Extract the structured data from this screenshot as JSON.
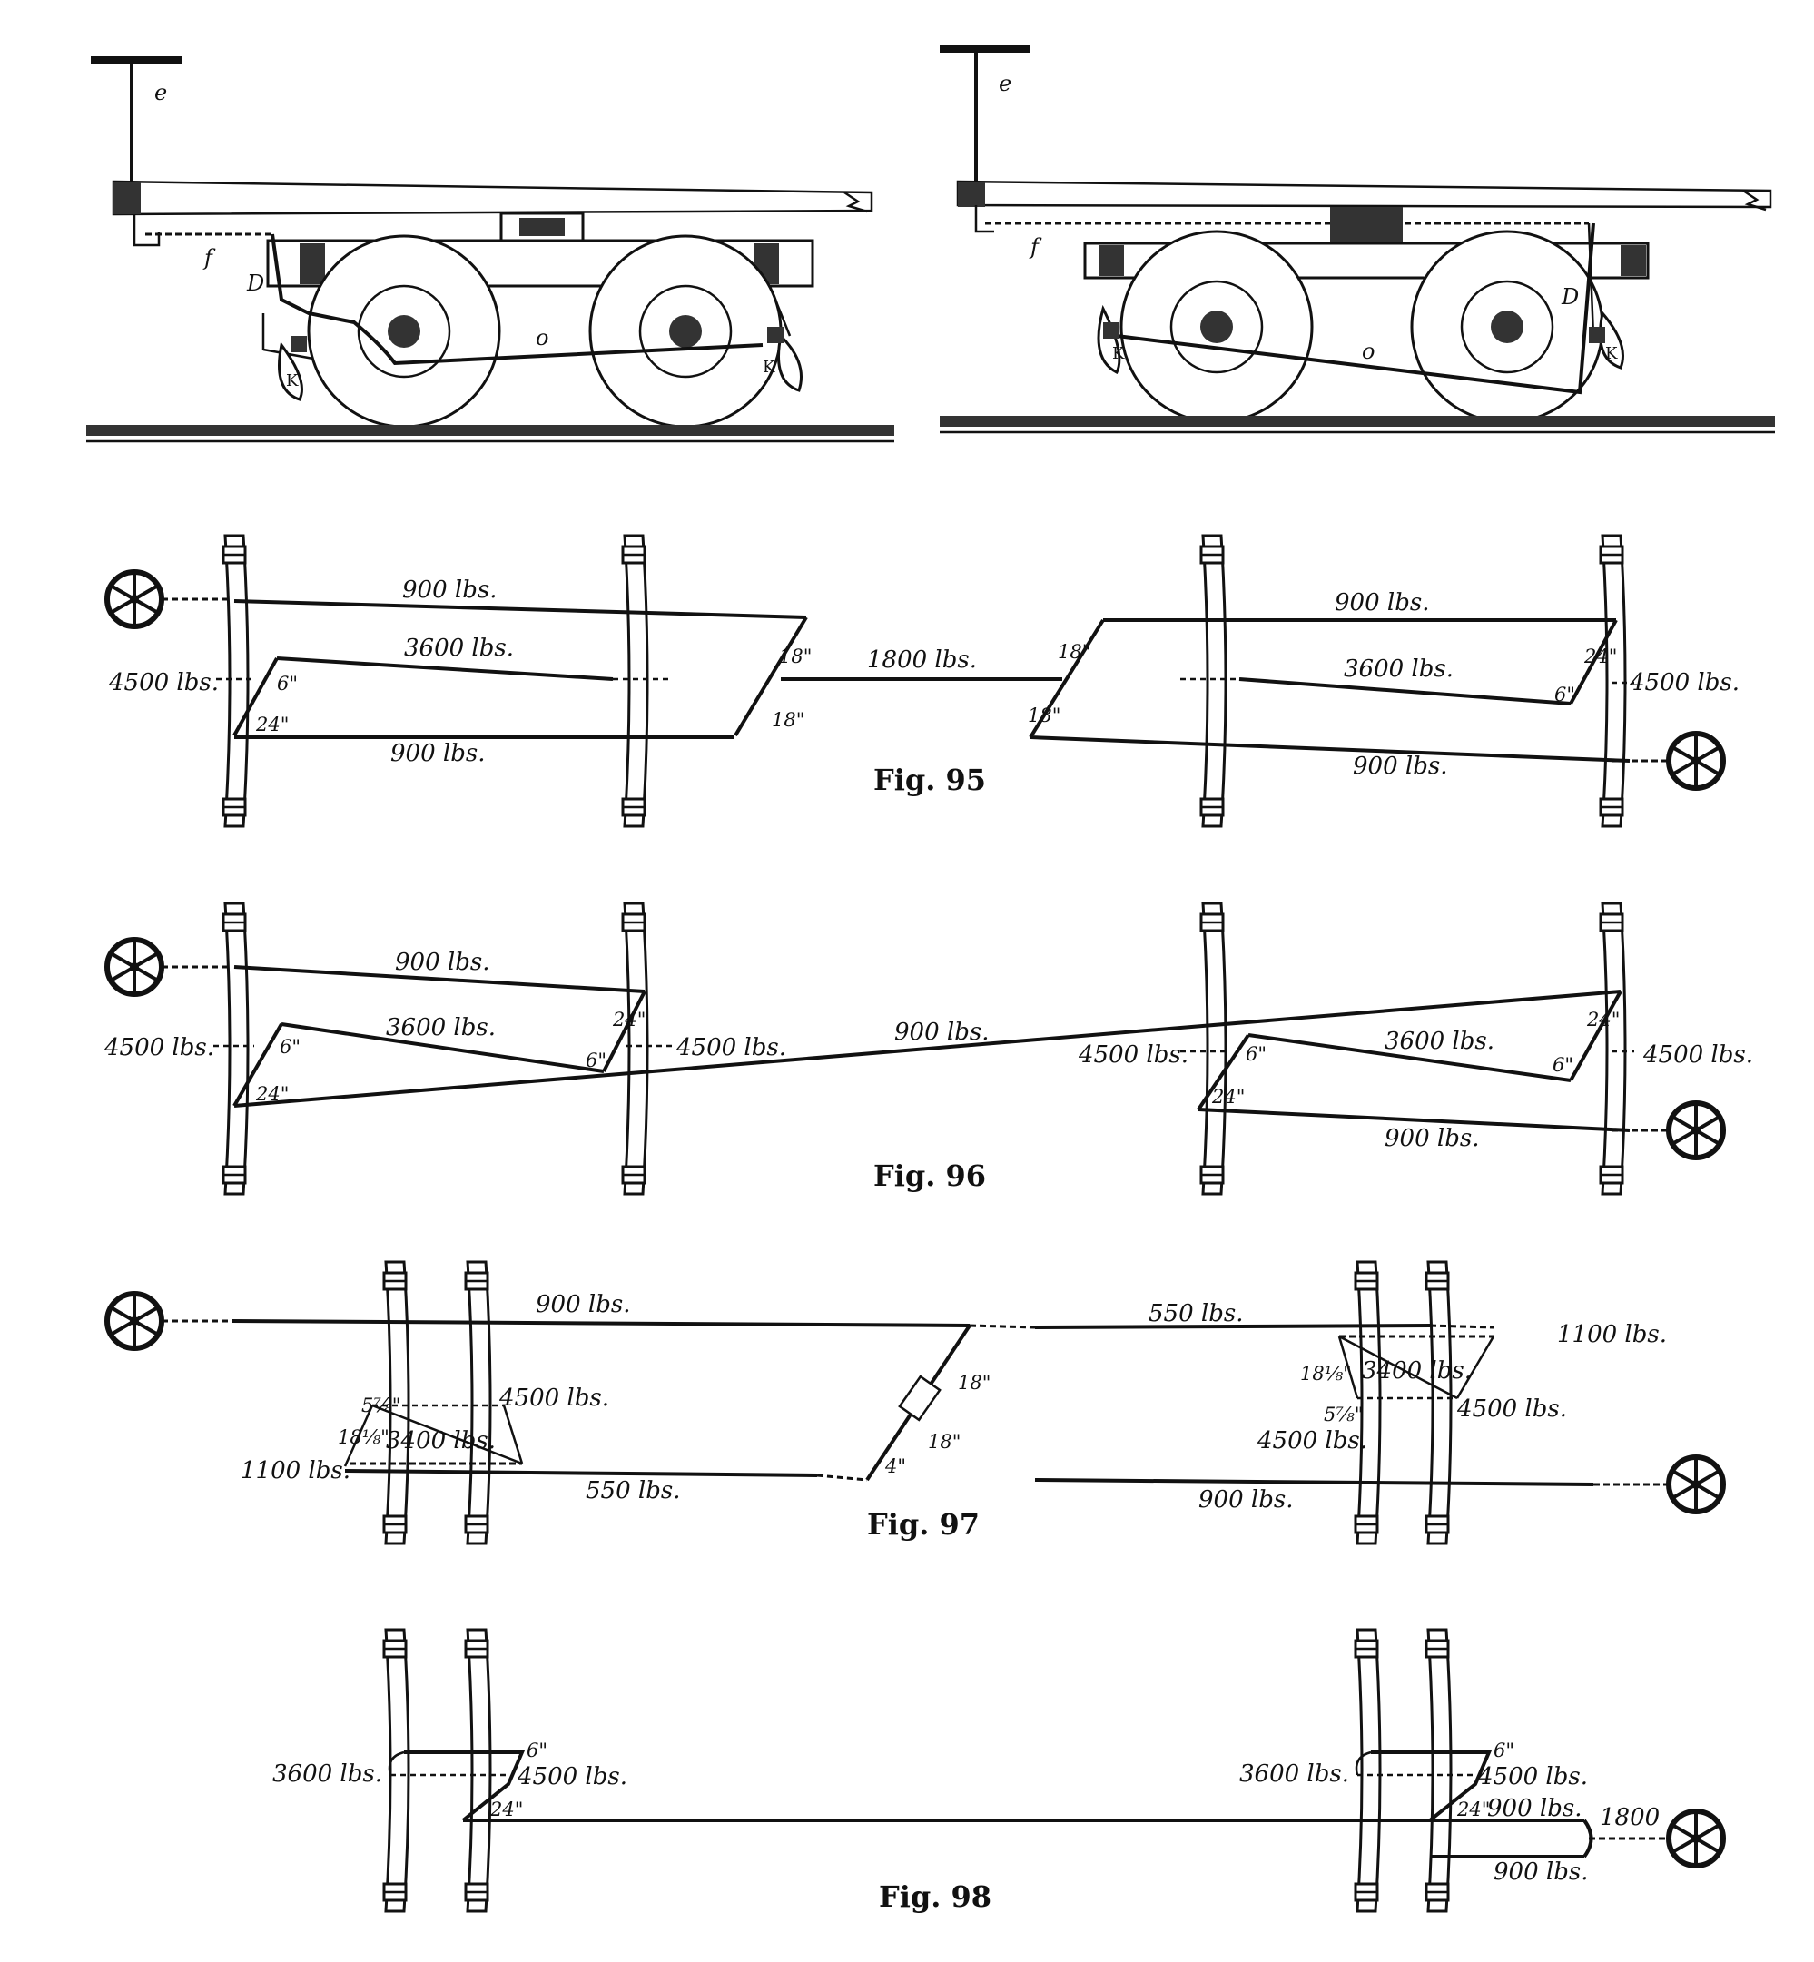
{
  "figures": {
    "top": {
      "left": {
        "letters": {
          "e": "e",
          "f": "f",
          "D": "D",
          "K": "K",
          "o": "o"
        }
      },
      "right": {
        "letters": {
          "e": "e",
          "f": "f",
          "D": "D",
          "K": "K",
          "o": "o"
        }
      }
    },
    "fig95": {
      "caption": "Fig. 95",
      "labels": {
        "l900a": "900 lbs.",
        "l3600a": "3600 lbs.",
        "l4500a": "4500 lbs.",
        "l900b": "900 lbs.",
        "l1800": "1800 lbs.",
        "r900a": "900 lbs.",
        "r3600": "3600 lbs.",
        "r4500": "4500 lbs.",
        "r900b": "900 lbs."
      },
      "dims": {
        "d24a": "24\"",
        "d6a": "6\"",
        "d18a": "18\"",
        "d18b": "18\"",
        "d18c": "18\"",
        "d18d": "18\"",
        "d24b": "24\"",
        "d6b": "6\""
      }
    },
    "fig96": {
      "caption": "Fig. 96",
      "labels": {
        "l900": "900 lbs.",
        "l3600": "3600 lbs.",
        "l4500a": "4500 lbs.",
        "l4500b": "4500 lbs.",
        "mid900": "900 lbs.",
        "r4500a": "4500 lbs.",
        "r3600": "3600 lbs.",
        "r4500b": "4500 lbs.",
        "r900": "900 lbs."
      },
      "dims": {
        "d24a": "24\"",
        "d6a": "6\"",
        "d6b": "6\"",
        "d24b": "24\"",
        "d24c": "24\"",
        "d6c": "6\"",
        "d6d": "6\"",
        "d24d": "24\""
      }
    },
    "fig97": {
      "caption": "Fig. 97",
      "labels": {
        "top900": "900 lbs.",
        "top550": "550 lbs.",
        "r1100": "1100 lbs.",
        "l4500": "4500 lbs.",
        "l3400": "3400 lbs.",
        "l1100": "1100 lbs.",
        "bot550": "550 lbs.",
        "r3400": "3400 lbs.",
        "r4500a": "4500 lbs.",
        "r4500b": "4500 lbs.",
        "bot900": "900 lbs."
      },
      "dims": {
        "d18a": "18⅛\"",
        "d5a": "5⅞\"",
        "d18b": "18\"",
        "d18c": "18\"",
        "d4": "4\"",
        "d18e": "18⅛\"",
        "d5b": "5⅞\""
      }
    },
    "fig98": {
      "caption": "Fig. 98",
      "labels": {
        "l3600": "3600 lbs.",
        "l4500": "4500 lbs.",
        "r3600": "3600 lbs.",
        "r4500": "4500 lbs.",
        "r900a": "900 lbs.",
        "r900b": "900 lbs.",
        "r1800": "1800"
      },
      "dims": {
        "d6a": "6\"",
        "d24a": "24\"",
        "d6b": "6\"",
        "d24b": "24\""
      }
    }
  }
}
